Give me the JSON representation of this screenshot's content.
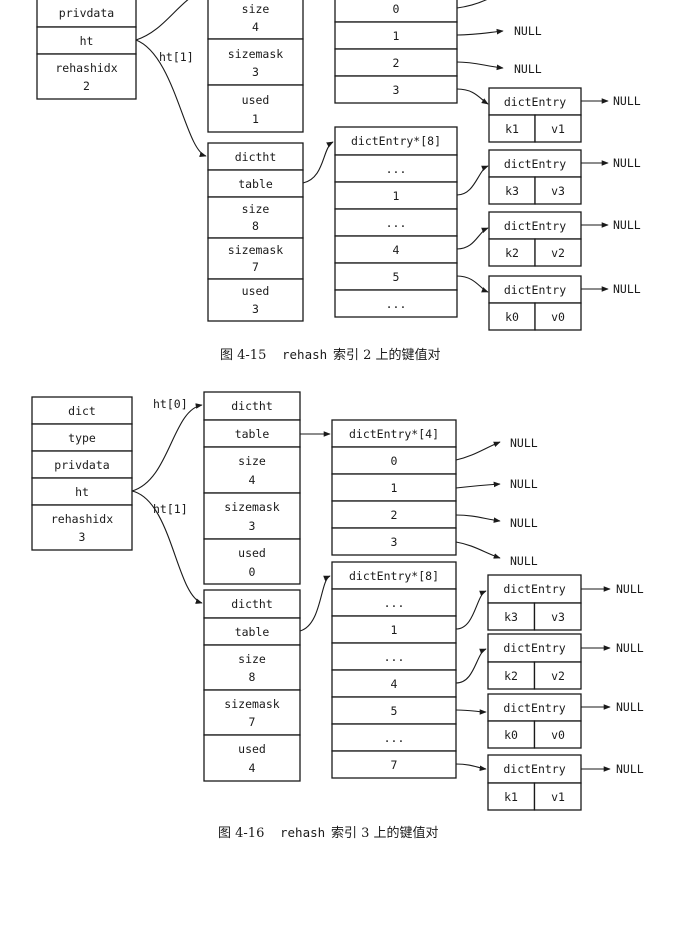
{
  "fig1": {
    "dict": {
      "rows": [
        "privdata",
        "ht"
      ],
      "rehashidx_label": "rehashidx",
      "rehashidx_value": "2"
    },
    "ht1_label": "ht[1]",
    "ht0": {
      "rows": [
        [
          "size",
          "4"
        ],
        [
          "sizemask",
          "3"
        ],
        [
          "used",
          "1"
        ]
      ]
    },
    "ht0_table": {
      "indices": [
        "0",
        "1",
        "2",
        "3"
      ]
    },
    "ht1": {
      "title": "dictht",
      "table_label": "table",
      "rows": [
        [
          "size",
          "8"
        ],
        [
          "sizemask",
          "7"
        ],
        [
          "used",
          "3"
        ]
      ]
    },
    "ht1_table": {
      "header": "dictEntry*[8]",
      "indices": [
        "...",
        "1",
        "...",
        "4",
        "5",
        "..."
      ]
    },
    "entries": [
      {
        "title": "dictEntry",
        "key": "k1",
        "value": "v1"
      },
      {
        "title": "dictEntry",
        "key": "k3",
        "value": "v3"
      },
      {
        "title": "dictEntry",
        "key": "k2",
        "value": "v2"
      },
      {
        "title": "dictEntry",
        "key": "k0",
        "value": "v0"
      }
    ],
    "null_label": "NULL",
    "caption": {
      "number": "图 4-15",
      "code": "rehash",
      "text": "索引 2 上的键值对"
    }
  },
  "fig2": {
    "dict": {
      "rows": [
        "dict",
        "type",
        "privdata",
        "ht"
      ],
      "rehashidx_label": "rehashidx",
      "rehashidx_value": "3"
    },
    "ht0_label": "ht[0]",
    "ht1_label": "ht[1]",
    "ht0": {
      "title": "dictht",
      "table_label": "table",
      "rows": [
        [
          "size",
          "4"
        ],
        [
          "sizemask",
          "3"
        ],
        [
          "used",
          "0"
        ]
      ]
    },
    "ht0_table": {
      "header": "dictEntry*[4]",
      "indices": [
        "0",
        "1",
        "2",
        "3"
      ]
    },
    "ht1": {
      "title": "dictht",
      "table_label": "table",
      "rows": [
        [
          "size",
          "8"
        ],
        [
          "sizemask",
          "7"
        ],
        [
          "used",
          "4"
        ]
      ]
    },
    "ht1_table": {
      "header": "dictEntry*[8]",
      "indices": [
        "...",
        "1",
        "...",
        "4",
        "5",
        "...",
        "7"
      ]
    },
    "entries": [
      {
        "title": "dictEntry",
        "key": "k3",
        "value": "v3"
      },
      {
        "title": "dictEntry",
        "key": "k2",
        "value": "v2"
      },
      {
        "title": "dictEntry",
        "key": "k0",
        "value": "v0"
      },
      {
        "title": "dictEntry",
        "key": "k1",
        "value": "v1"
      }
    ],
    "null_label": "NULL",
    "caption": {
      "number": "图 4-16",
      "code": "rehash",
      "text": "索引 3 上的键值对"
    }
  }
}
